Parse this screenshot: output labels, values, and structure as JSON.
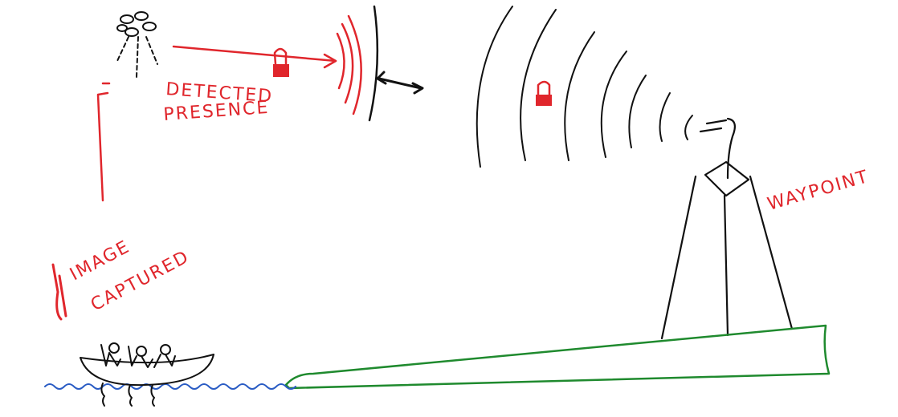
{
  "diagram": {
    "labels": {
      "detected_line1": "DETECTED",
      "detected_line2": "PRESENCE",
      "image_line1": "IMAGE",
      "image_line2": "CAPTURED",
      "waypoint": "WAYPOINT"
    },
    "colors": {
      "annotation": "#e0262c",
      "ink": "#111111",
      "water": "#2a5cc4",
      "land": "#1f8a2e",
      "background": "#ffffff"
    },
    "icons": [
      "drone-icon",
      "lock-icon",
      "boat-icon",
      "tower-icon"
    ]
  }
}
